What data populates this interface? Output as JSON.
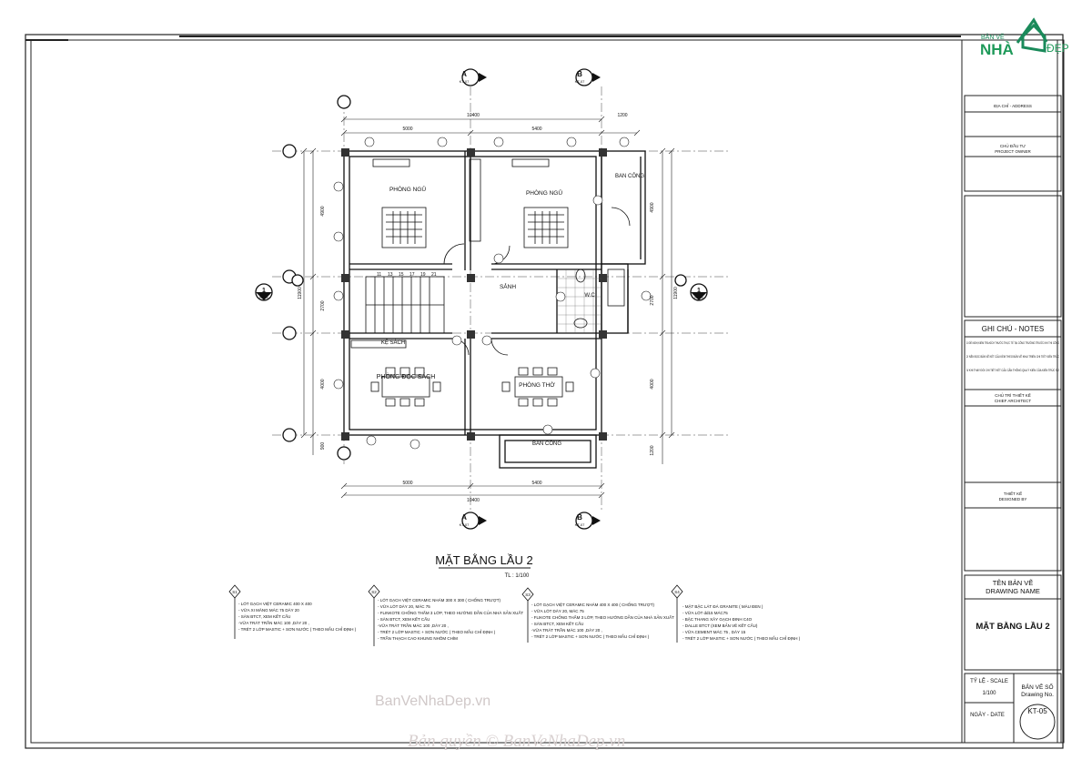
{
  "logo": {
    "line1": "BẢN VẼ",
    "line2": "NHÀ",
    "line3": "ĐẸP"
  },
  "title_block": {
    "address": "ĐỊA CHỈ - ADDRESS",
    "owner_1": "CHỦ ĐẦU TƯ",
    "owner_2": "PROJECT OWNER",
    "notes_title": "GHI CHÚ - NOTES",
    "notes": [
      "1/ ĐỀ NGHỊ KIỂM TRA KÍCH THƯỚC THỰC TẾ TẠI CÔNG TRƯỜNG TRƯỚC KHI THI CÔNG",
      "2/ NÊN ĐỌC BẢN VẼ KẾT CẤU KÈM THEO BẢN VẼ KHAI TRIỂN CHI TIẾT KIẾN TRÚC",
      "3/ KHI THAY ĐỔI CHI TIẾT KẾT CẤU CẦN THÔNG QUA Ý KIẾN CỦA KIẾN TRÚC SƯ"
    ],
    "architect_1": "CHỦ TRÌ THIẾT KẾ",
    "architect_2": "CHIEF ARCHITECT",
    "designed_1": "THIẾT KẾ",
    "designed_2": "DESIGNED BY",
    "drawing_name_1": "TÊN BẢN VẼ",
    "drawing_name_2": "DRAWING NAME",
    "drawing_name_value": "MẶT BẰNG  LẦU 2",
    "scale_label": "TỶ LỆ - SCALE",
    "scale_value": "1/100",
    "drawing_no_1": "BẢN VẼ SỐ",
    "drawing_no_2": "Drawing No.",
    "drawing_no_value": "KT-05",
    "date_label": "NGÀY - DATE"
  },
  "plan": {
    "title": "MẶT BẰNG LẦU 2",
    "scale": "TL : 1/100",
    "grid_axes": {
      "a": "A",
      "b": "B",
      "one": "1",
      "sheet": "KT-07",
      "sheet2": "KT-06"
    },
    "dims_top": [
      "5000",
      "5400",
      "1200"
    ],
    "dims_top_total": "10400",
    "dims_bottom": [
      "5000",
      "5400"
    ],
    "dims_bottom_total": "10400",
    "dims_left": [
      "4900",
      "2700",
      "4000",
      "900"
    ],
    "dims_left_total": "11900",
    "dims_right": [
      "4900",
      "2700",
      "4000",
      "1200"
    ],
    "dims_right_total": "11900",
    "rooms": {
      "bed1": "PHÒNG NGỦ",
      "bed2": "PHÒNG NGỦ",
      "balcony1": "BAN CÔNG",
      "hall": "SẢNH",
      "wc": "W.C",
      "bookshelf": "KỆ SÁCH",
      "reading": "PHÒNG ĐỌC SÁCH",
      "worship": "PHÒNG THỜ",
      "balcony2": "BAN CÔNG"
    },
    "stairs": [
      "11",
      "13",
      "15",
      "17",
      "19",
      "21"
    ]
  },
  "specs": [
    {
      "code": "S1",
      "lines": [
        "- LÓT GẠCH VIỆT CERAMIC 400 X 400",
        "- VỮA XI MĂNG MÁC 75 DÀY 20",
        "- SÀN BTCT, XEM KẾT CẤU",
        "-VỮA TRÁT TRẦN MÁC 100 ,DÀY 20 ,",
        "- TRÉT 2 LỚP MASTIC + SƠN NƯỚC ( THEO MẪU CHỈ ĐỊNH )"
      ]
    },
    {
      "code": "S2",
      "lines": [
        "- LÓT GẠCH VIỆT CERAMIC NHÁM 300 X 300 ( CHỐNG TRƯỢT)",
        "- VỮA LÓT DÀY 20, MÁC 75",
        "- FLINKOTE CHỐNG THẤM 3 LỚP, THEO HƯỚNG DẪN CỦA NHÀ SẢN XUẤT",
        "- SÀN BTCT, XEM KẾT CẤU",
        "-VỮA TRÁT TRẦN MÁC 100 ,DÀY 20 ,",
        "- TRÉT 2 LỚP MASTIC + SƠN NƯỚC ( THEO MẪU CHỈ ĐỊNH )",
        "- TRẦN THẠCH CAO KHUNG NHÔM CHÌM"
      ]
    },
    {
      "code": "S3",
      "lines": [
        "- LÓT GẠCH VIỆT CERAMIC NHÁM 400 X 400 ( CHỐNG TRƯỢT)",
        "- VỮA LÓT DÀY 20, MÁC 75",
        "- FLIKOTE CHỐNG THẤM 3 LỚP, THEO HƯỚNG DẪN CỦA NHÀ SẢN XUẤT",
        "- SÀN BTCT, XEM KẾT CẤU",
        "-VỮA TRÁT TRẦN MÁC 100 ,DÀY 20 ,",
        "- TRÉT 2 LỚP MASTIC + SƠN NƯỚC ( THEO MẪU CHỈ ĐỊNH )"
      ]
    },
    {
      "code": "S4",
      "lines": [
        "- MẶT BẬC LÁT ĐÁ GRANITE ( MÀU ĐEN )",
        "- VỮA LÓT dd15 MÁC75",
        "- BẬC THANG XÂY GẠCH ĐINH C4O",
        "- DALLE  BTCT (XEM BẢN VẼ KẾT CẤU)",
        "- VỮA CEMENT MÁC 75 , DÀY 15",
        "- TRÉT 2 LỚP MASTIC + SƠN NƯỚC ( THEO MẪU CHỈ ĐỊNH )"
      ]
    }
  ],
  "watermarks": {
    "w1": "BanVeNhaDep.vn",
    "w2": "Bản quyền © BanVeNhaDep.vn"
  }
}
